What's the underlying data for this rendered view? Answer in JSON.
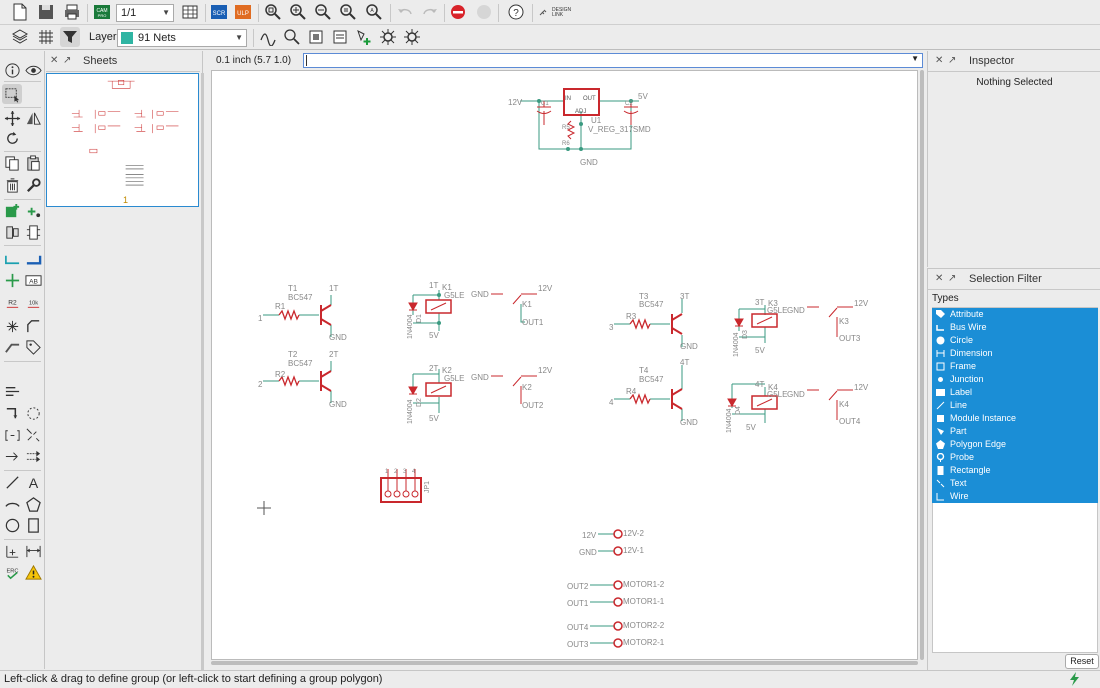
{
  "toolbar": {
    "sheet_select": "1/1",
    "design_link": "DESIGN\nLINK",
    "layer_label": "Layer:",
    "layer_value": "91 Nets",
    "layer_color": "#2fb5a3",
    "icons": [
      "new-file",
      "save",
      "print",
      "cam",
      "sheet",
      "drc",
      "scr",
      "ulp",
      "zoom-fit",
      "zoom-in",
      "zoom-out",
      "zoom-select",
      "zoom-area",
      "undo",
      "redo",
      "stop",
      "go",
      "help",
      "design-link"
    ],
    "row2_icons": [
      "layers",
      "grid",
      "filter",
      "wire-shape",
      "info",
      "show",
      "module-instance",
      "sheets",
      "add-part",
      "smash",
      "snap"
    ]
  },
  "sheets_panel": {
    "title": "Sheets",
    "sheet_number": "1"
  },
  "command_bar": {
    "grid_readout": "0.1 inch (5.7 1.0)",
    "command_value": ""
  },
  "inspector": {
    "title": "Inspector",
    "empty_message": "Nothing Selected"
  },
  "selection_filter": {
    "title": "Selection Filter",
    "types_label": "Types",
    "items": [
      "Attribute",
      "Bus Wire",
      "Circle",
      "Dimension",
      "Frame",
      "Junction",
      "Label",
      "Line",
      "Module Instance",
      "Part",
      "Polygon Edge",
      "Probe",
      "Rectangle",
      "Text",
      "Wire"
    ],
    "reset_label": "Reset"
  },
  "schematic": {
    "reg_labels": {
      "in": "IN",
      "out": "OUT",
      "adj": "ADJ",
      "name": "U1",
      "value": "V_REG_317SMD",
      "v12": "12V",
      "v5": "5V",
      "gnd": "GND",
      "c1": "C1",
      "c2": "C2",
      "r5": "R5",
      "r6": "R6"
    },
    "transistors": [
      {
        "name": "T1",
        "value": "BC547",
        "r": "R1",
        "net": "1",
        "col": "1T",
        "gnd": "GND"
      },
      {
        "name": "T2",
        "value": "BC547",
        "r": "R2",
        "net": "2",
        "col": "2T",
        "gnd": "GND"
      },
      {
        "name": "T3",
        "value": "BC547",
        "r": "R3",
        "net": "3",
        "col": "3T",
        "gnd": "GND"
      },
      {
        "name": "T4",
        "value": "BC547",
        "r": "R4",
        "net": "4",
        "col": "4T",
        "gnd": "GND"
      }
    ],
    "relays": [
      {
        "k": "K1",
        "coil": "1T",
        "type": "G5LE",
        "diode": "1N4004",
        "d": "D1",
        "gnd": "GND",
        "v12": "12V",
        "out": "OUT1",
        "v5": "5V"
      },
      {
        "k": "K2",
        "coil": "2T",
        "type": "G5LE",
        "diode": "1N4004",
        "d": "D2",
        "gnd": "GND",
        "v12": "12V",
        "out": "OUT2",
        "v5": "5V"
      },
      {
        "k": "K3",
        "coil": "3T",
        "type": "G5LE",
        "diode": "1N4004",
        "d": "D3",
        "gnd": "GND",
        "v12": "12V",
        "out": "OUT3",
        "v5": "5V"
      },
      {
        "k": "K4",
        "coil": "4T",
        "type": "G5LE",
        "diode": "1N4004",
        "d": "D4",
        "gnd": "GND",
        "v12": "12V",
        "out": "OUT4",
        "v5": "5V"
      }
    ],
    "header": {
      "name": "JP1",
      "pins": [
        "1",
        "2",
        "3",
        "4"
      ]
    },
    "terminals": [
      {
        "net": "12V",
        "label": "12V-2"
      },
      {
        "net": "GND",
        "label": "12V-1"
      },
      {
        "net": "OUT2",
        "label": "MOTOR1-2"
      },
      {
        "net": "OUT1",
        "label": "MOTOR1-1"
      },
      {
        "net": "OUT4",
        "label": "MOTOR2-2"
      },
      {
        "net": "OUT3",
        "label": "MOTOR2-1"
      }
    ]
  },
  "status_bar": {
    "message": "Left-click & drag to define group (or left-click to start defining a group polygon)"
  }
}
